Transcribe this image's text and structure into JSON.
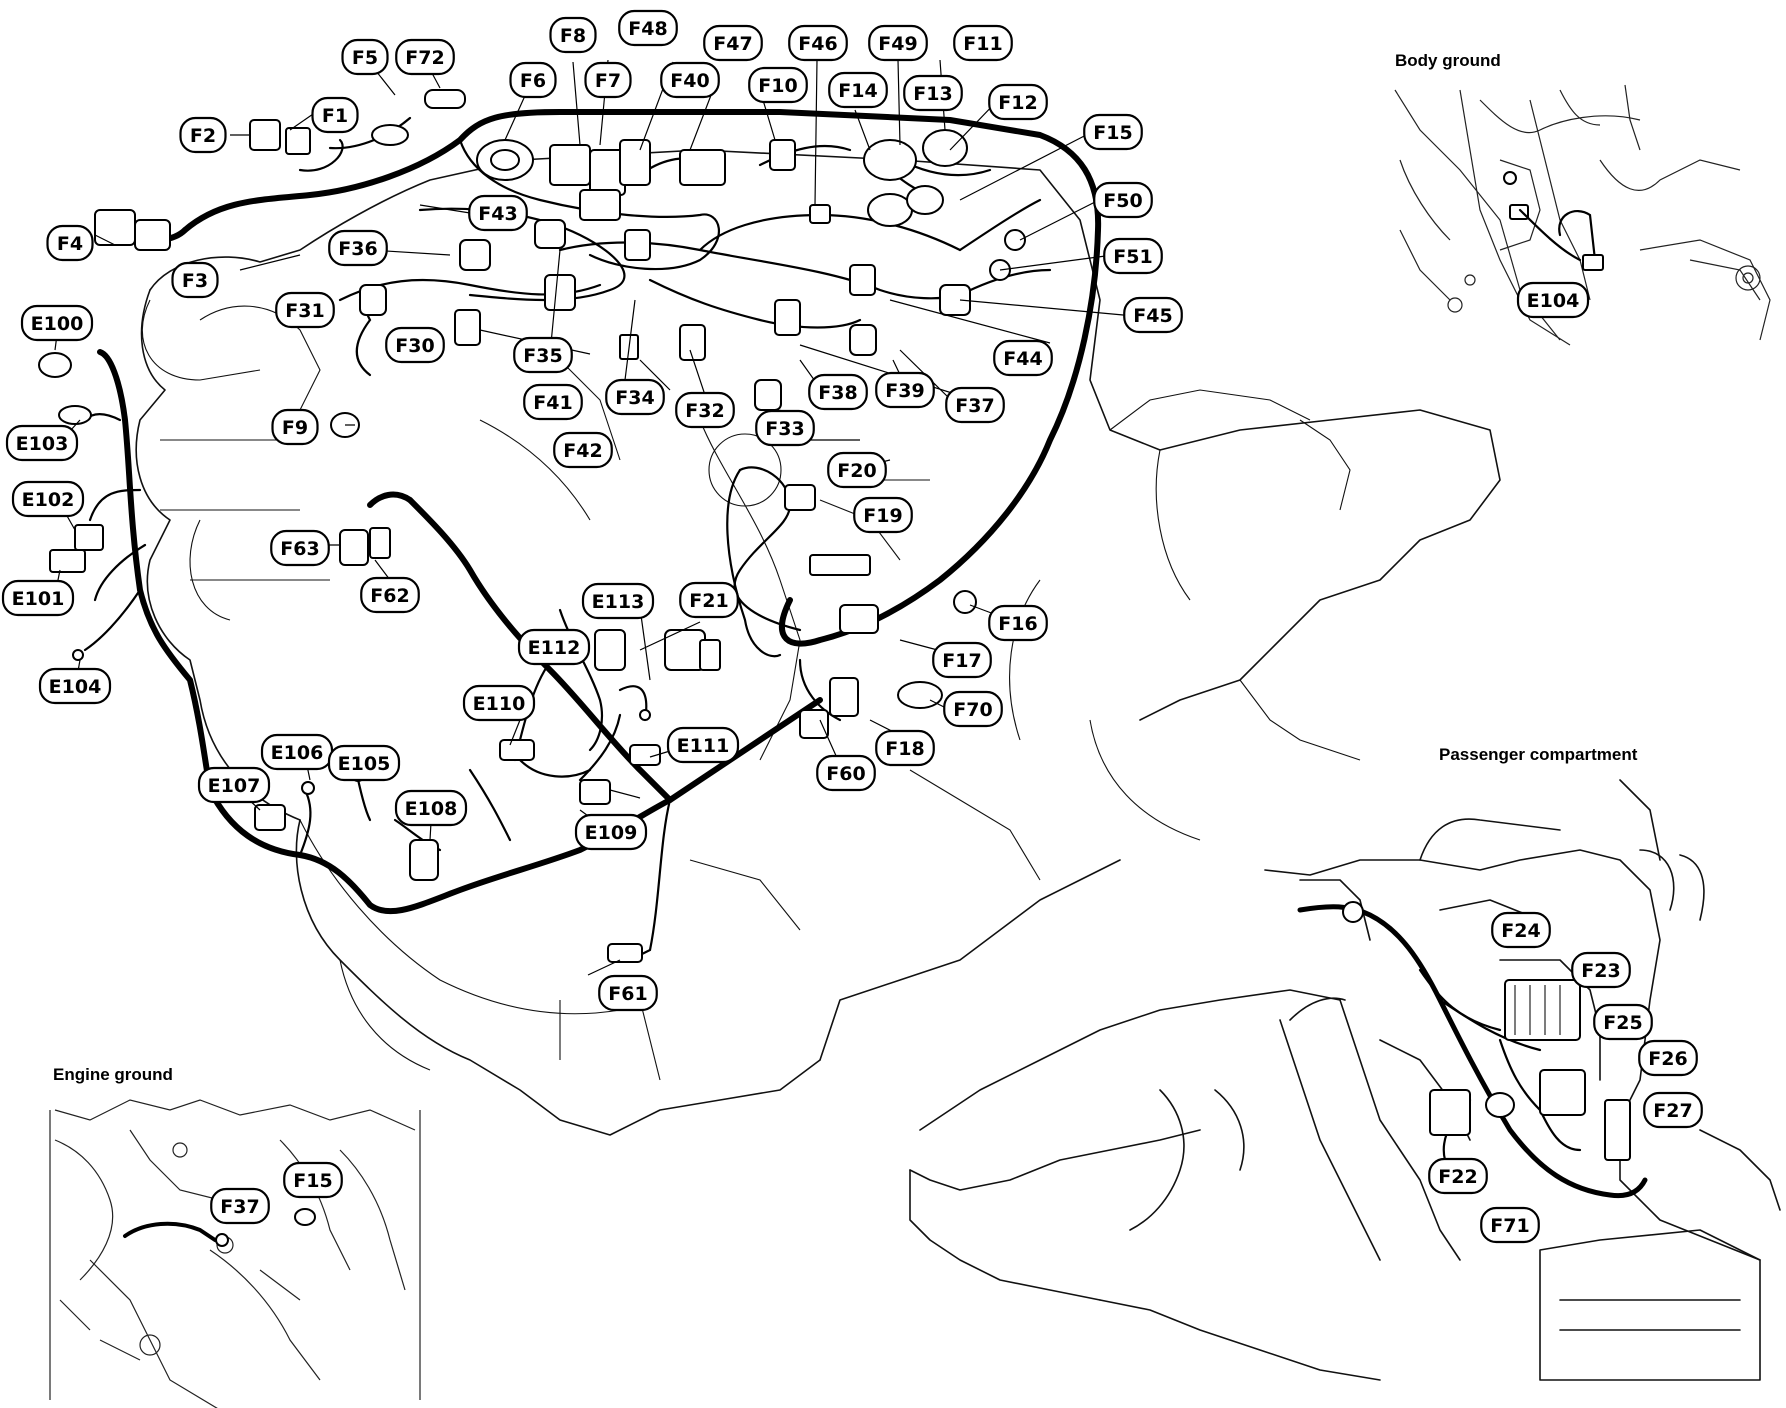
{
  "insets": {
    "body_ground": "Body ground",
    "engine_ground": "Engine ground",
    "passenger_compartment": "Passenger compartment"
  },
  "labels": {
    "F1": "F1",
    "F2": "F2",
    "F3": "F3",
    "F4": "F4",
    "F5": "F5",
    "F6": "F6",
    "F7": "F7",
    "F8": "F8",
    "F9": "F9",
    "F10": "F10",
    "F11": "F11",
    "F12": "F12",
    "F13": "F13",
    "F14": "F14",
    "F15": "F15",
    "F16": "F16",
    "F17": "F17",
    "F18": "F18",
    "F19": "F19",
    "F20": "F20",
    "F21": "F21",
    "F22": "F22",
    "F23": "F23",
    "F24": "F24",
    "F25": "F25",
    "F26": "F26",
    "F27": "F27",
    "F30": "F30",
    "F31": "F31",
    "F32": "F32",
    "F33": "F33",
    "F34": "F34",
    "F35": "F35",
    "F36": "F36",
    "F37": "F37",
    "F38": "F38",
    "F39": "F39",
    "F40": "F40",
    "F41": "F41",
    "F42": "F42",
    "F43": "F43",
    "F44": "F44",
    "F45": "F45",
    "F46": "F46",
    "F47": "F47",
    "F48": "F48",
    "F49": "F49",
    "F50": "F50",
    "F51": "F51",
    "F60": "F60",
    "F61": "F61",
    "F62": "F62",
    "F63": "F63",
    "F70": "F70",
    "F71": "F71",
    "F72": "F72",
    "E100": "E100",
    "E101": "E101",
    "E102": "E102",
    "E103": "E103",
    "E104": "E104",
    "E105": "E105",
    "E106": "E106",
    "E107": "E107",
    "E108": "E108",
    "E109": "E109",
    "E110": "E110",
    "E111": "E111",
    "E112": "E112",
    "E113": "E113"
  }
}
